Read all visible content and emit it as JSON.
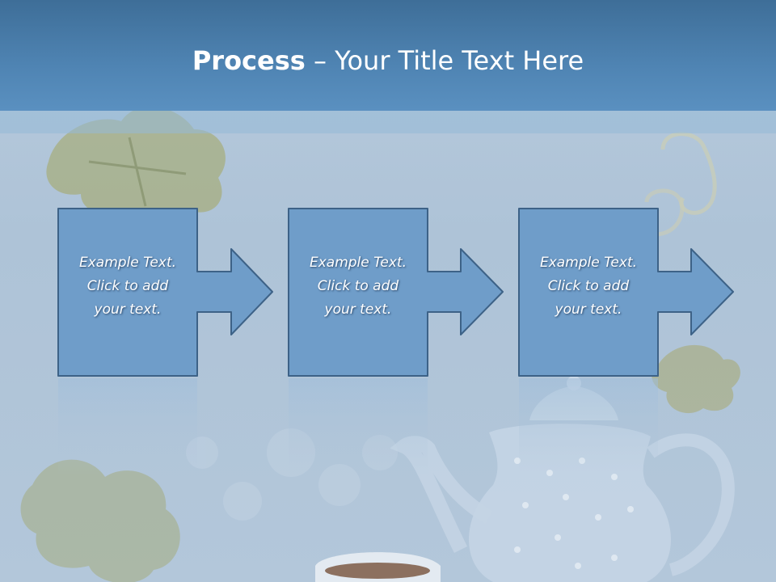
{
  "slide": {
    "title_bold": "Process",
    "title_rest": " – Your Title Text Here"
  },
  "steps": [
    {
      "line1": "Example Text.",
      "line2": "Click  to add",
      "line3": "your text."
    },
    {
      "line1": "Example Text.",
      "line2": "Click  to add",
      "line3": "your text."
    },
    {
      "line1": "Example Text.",
      "line2": "Click  to add",
      "line3": "your text."
    }
  ],
  "colors": {
    "header": "#4a7fae",
    "box_fill": "#6f9dc9",
    "box_stroke": "#3d6287",
    "background": "#b3c7da"
  }
}
